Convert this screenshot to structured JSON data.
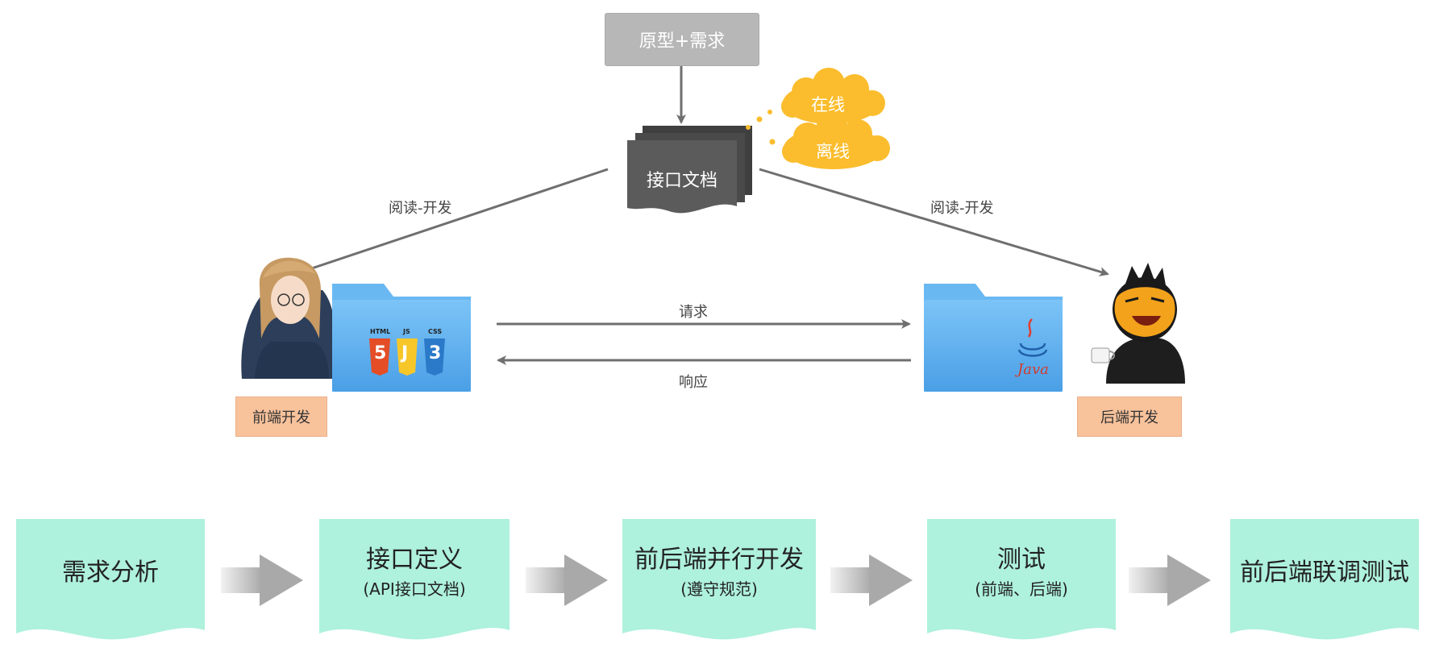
{
  "top": {
    "label": "原型+需求"
  },
  "clouds": {
    "online": "在线",
    "offline": "离线"
  },
  "doc": {
    "label": "接口文档"
  },
  "edges": {
    "read_dev_left": "阅读-开发",
    "read_dev_right": "阅读-开发",
    "request": "请求",
    "response": "响应"
  },
  "roles": {
    "frontend": "前端开发",
    "backend": "后端开发"
  },
  "folders": {
    "frontend_badges": [
      "HTML",
      "JS",
      "CSS"
    ],
    "frontend_badge_glyphs": [
      "5",
      "J",
      "3"
    ],
    "backend_logo": "Java"
  },
  "steps": [
    {
      "title": "需求分析",
      "sub": ""
    },
    {
      "title": "接口定义",
      "sub": "(API接口文档)"
    },
    {
      "title": "前后端并行开发",
      "sub": "(遵守规范)"
    },
    {
      "title": "测试",
      "sub": "(前端、后端)"
    },
    {
      "title": "前后端联调测试",
      "sub": ""
    }
  ],
  "colors": {
    "step_fill": "#aef1dc",
    "role_tag": "#f8c29b",
    "cloud": "#fbbd2d",
    "doc": "#5b5b5b",
    "top_box": "#b7b7b7",
    "folder": "#5aaef0",
    "arrow": "#777777"
  }
}
